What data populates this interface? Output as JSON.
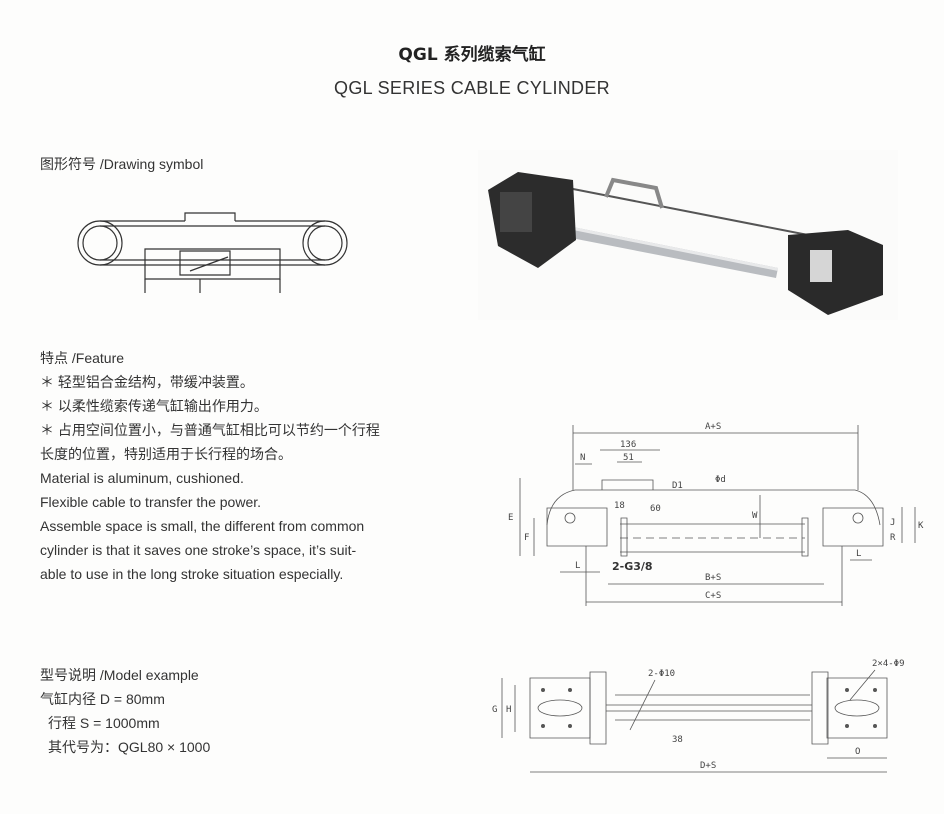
{
  "title_cn": "QGL 系列缆索气缸",
  "title_en": "QGL SERIES CABLE CYLINDER",
  "drawing_symbol": {
    "heading": "图形符号 /Drawing symbol"
  },
  "feature": {
    "heading": "特点 /Feature",
    "lines": [
      "＊ 轻型铝合金结构，带缓冲装置。",
      "＊ 以柔性缆索传递气缸输出作用力。",
      "＊ 占用空间位置小，与普通气缸相比可以节约一个行程",
      "长度的位置，特别适用于长行程的场合。",
      "Material is aluminum, cushioned.",
      "Flexible cable to transfer the power.",
      "Assemble space is small, the different from common",
      "cylinder is that it saves one stroke’s space, it’s suit-",
      "able to use in the long stroke situation especially."
    ]
  },
  "model": {
    "heading": "型号说明 /Model example",
    "lines": [
      "气缸内径 D = 80mm",
      "行程 S = 1000mm",
      "其代号为：QGL80 × 1000"
    ]
  },
  "dims_front": {
    "a": "A+S",
    "n136": "136",
    "n": "N",
    "n51": "51",
    "n60": "60",
    "d1": "D1",
    "phi": "Φd",
    "w": "W",
    "n18": "18",
    "e": "E",
    "f": "F",
    "port": "2-G3/8",
    "l1": "L",
    "l2": "L",
    "b": "B+S",
    "c": "C+S",
    "j": "J",
    "k": "K",
    "r": "R"
  },
  "dims_top": {
    "hole1": "2-Φ10",
    "hole2": "2×4-Φ9",
    "g": "G",
    "h": "H",
    "n38": "38",
    "o": "O",
    "d": "D+S"
  }
}
